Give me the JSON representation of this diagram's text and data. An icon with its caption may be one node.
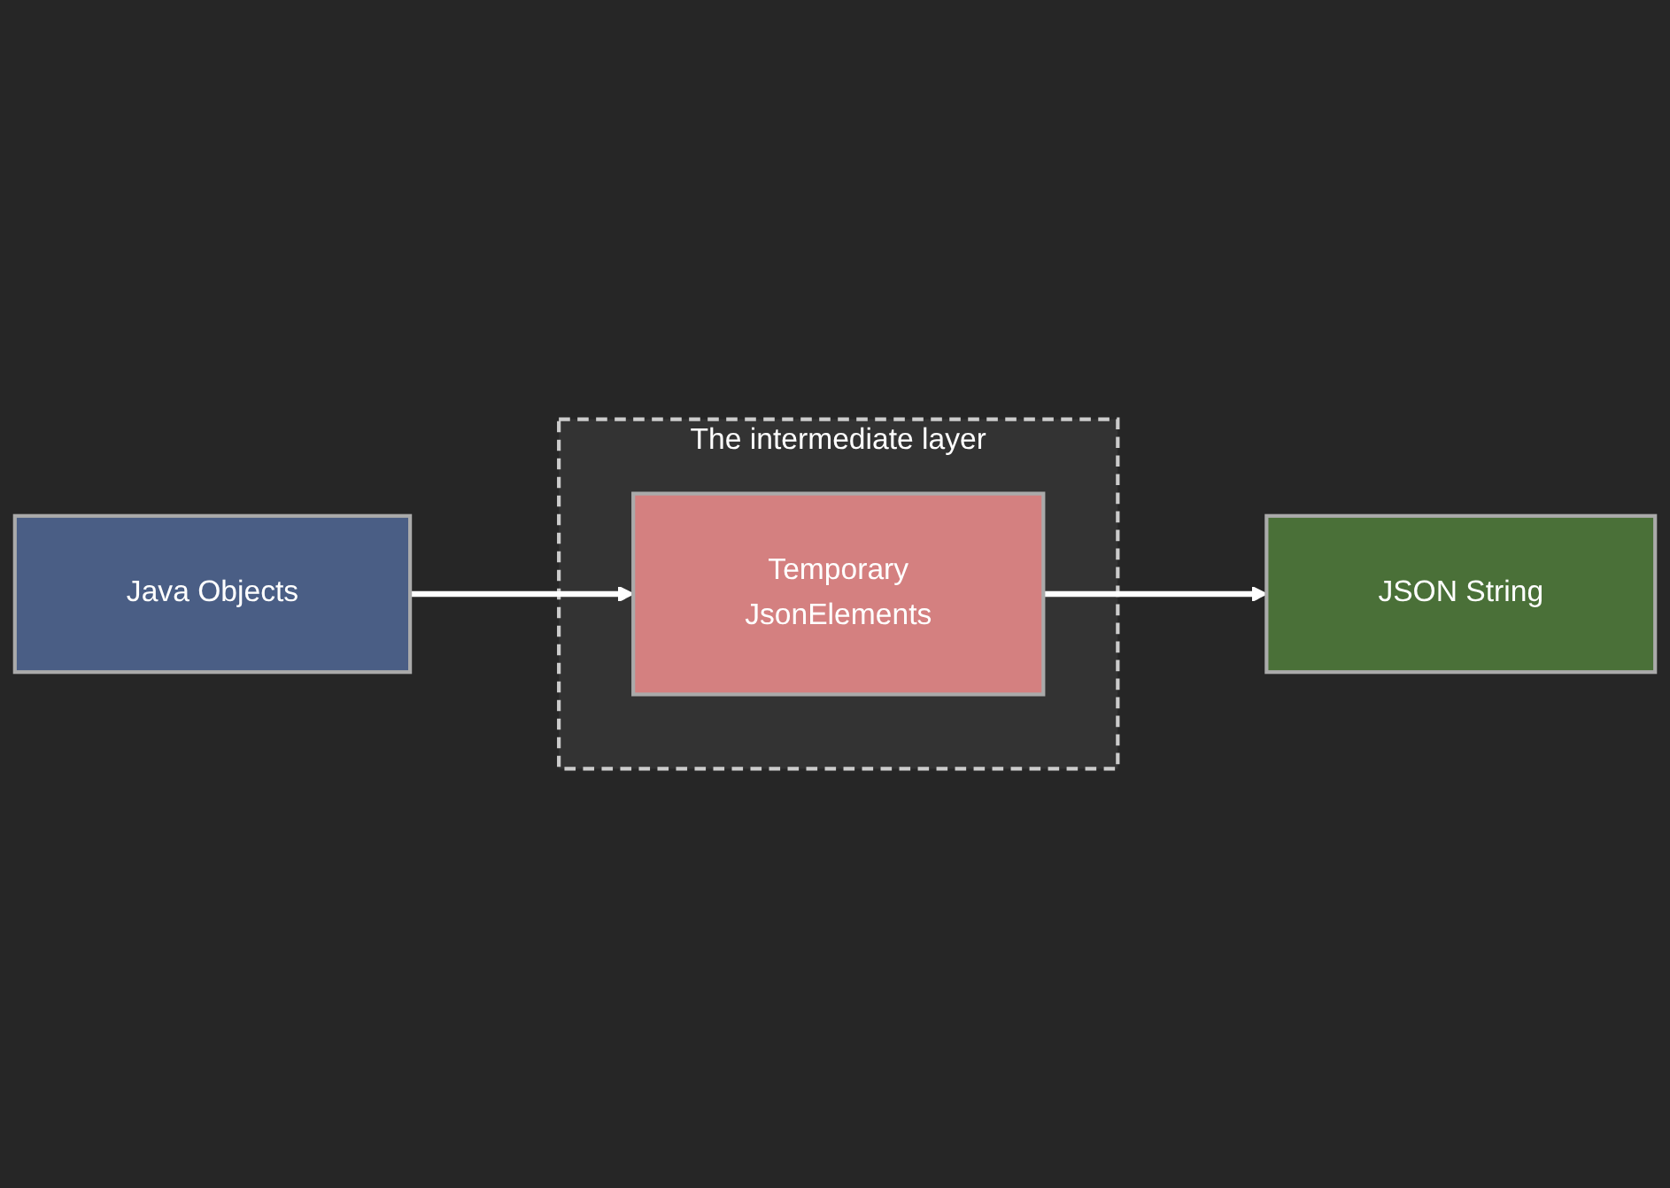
{
  "diagram": {
    "nodes": [
      {
        "text": [
          "The intermediate layer"
        ]
      },
      {
        "text": [
          "Java Objects"
        ]
      },
      {
        "text": [
          "Temporary",
          "JsonElements"
        ],
        "in": 0
      },
      {
        "text": [
          "JSON String"
        ]
      }
    ],
    "edges": [
      {
        "from": 1,
        "to": 2,
        "arrow": "to"
      },
      {
        "from": 2,
        "to": 3,
        "arrow": "to"
      }
    ]
  }
}
